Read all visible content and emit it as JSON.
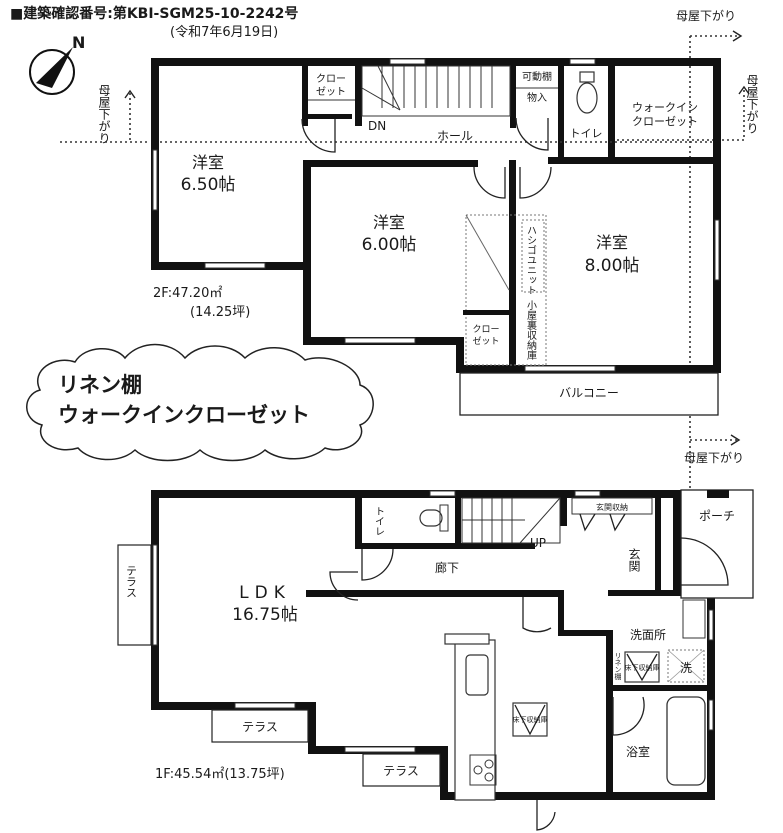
{
  "header": {
    "permit_number": "■建築確認番号:第KBI-SGM25-10-2242号",
    "permit_date": "(令和7年6月19日)"
  },
  "compass": {
    "label": "N",
    "icon": "north-arrow-icon"
  },
  "annotations": {
    "eave_top_right": "母屋下がり",
    "eave_right": "母屋下がり",
    "eave_left": "母屋下がり",
    "eave_bottom_right": "母屋下がり"
  },
  "callout": {
    "line1": "リネン棚",
    "line2": "ウォークインクローゼット"
  },
  "floor2": {
    "area_line1": "2F:47.20㎡",
    "area_line2": "(14.25坪)",
    "rooms": {
      "western1_name": "洋室",
      "western1_size": "6.50帖",
      "western2_name": "洋室",
      "western2_size": "6.00帖",
      "western3_name": "洋室",
      "western3_size": "8.00帖",
      "closet1_a": "クロー",
      "closet1_b": "ゼット",
      "closet2_a": "クロー",
      "closet2_b": "ゼット",
      "movable_shelf": "可動棚",
      "storage": "物入",
      "toilet": "トイレ",
      "wic_a": "ウォークイン",
      "wic_b": "クローゼット",
      "hall": "ホール",
      "stairs_down": "DN",
      "ladder_unit": "ハシゴユニット",
      "attic_storage": "小屋裏収納庫",
      "balcony": "バルコニー"
    }
  },
  "floor1": {
    "area": "1F:45.54㎡(13.75坪)",
    "rooms": {
      "ldk_name": "LDK",
      "ldk_size": "16.75帖",
      "terrace_left": "テラス",
      "terrace_bottom1": "テラス",
      "terrace_bottom2": "テラス",
      "toilet": "トイレ",
      "stairs_up": "UP",
      "corridor": "廊下",
      "entrance_storage": "玄関収納",
      "entrance": "玄関",
      "porch": "ポーチ",
      "washroom": "洗面所",
      "linen_shelf": "リネン棚",
      "underfloor_storage1": "床下収納庫",
      "underfloor_storage2": "床下収納庫",
      "washer": "洗",
      "bathroom": "浴室"
    }
  }
}
